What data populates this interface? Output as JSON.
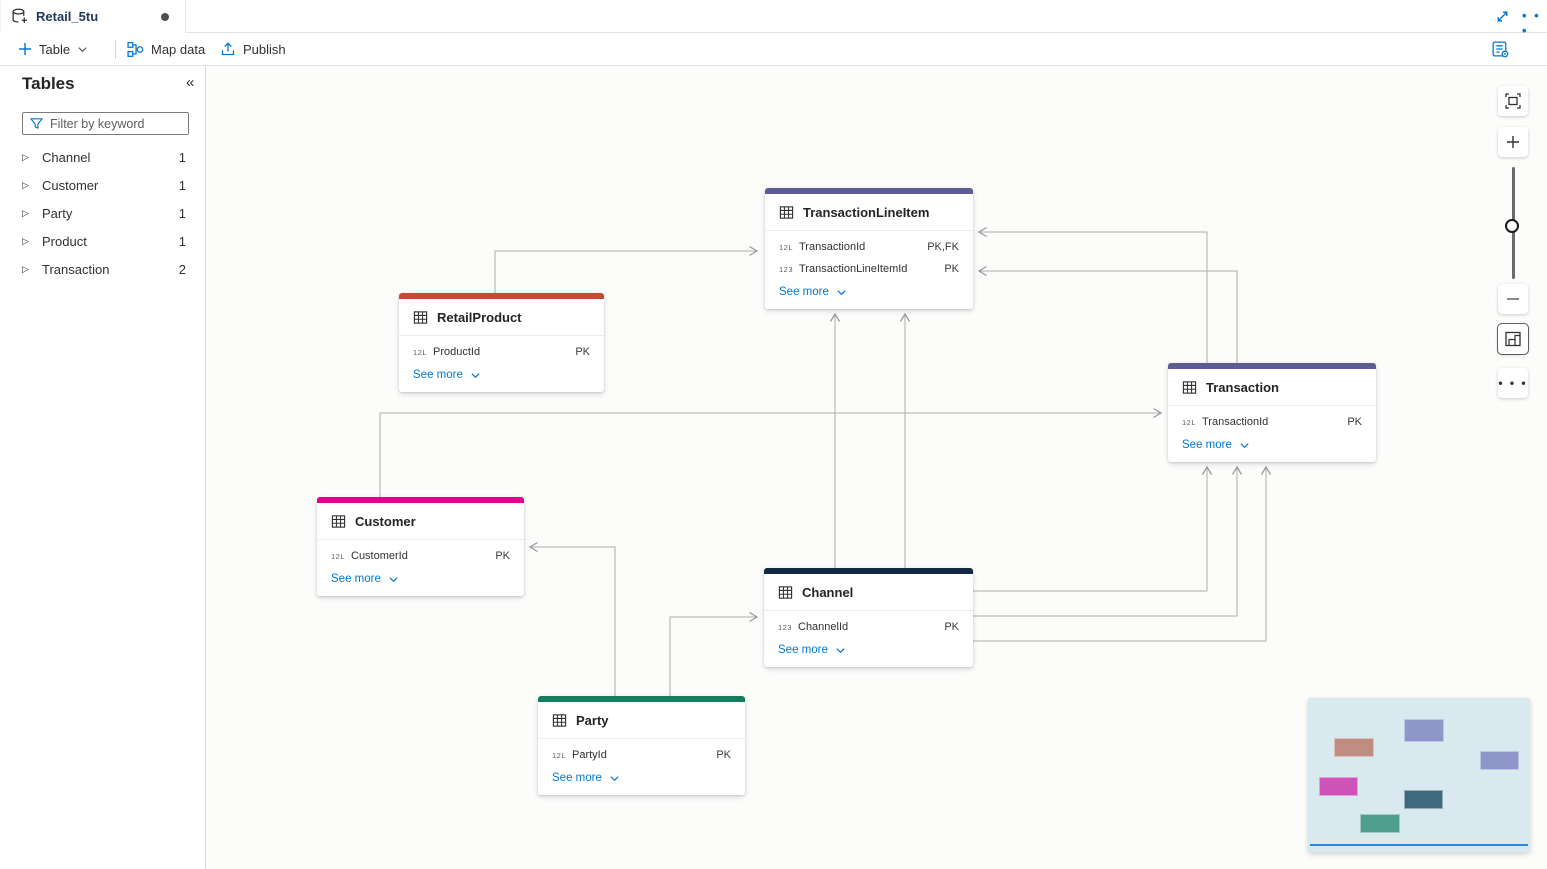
{
  "colors": {
    "accent_blue": "#0078d4",
    "connector": "#ababab",
    "tab_title": "#24395e"
  },
  "tab": {
    "title": "Retail_5tu"
  },
  "top_icons": {
    "ellipsis": "• • •"
  },
  "toolbar": {
    "table_label": "Table",
    "map_data_label": "Map data",
    "publish_label": "Publish"
  },
  "sidebar": {
    "title": "Tables",
    "collapse_glyph": "«",
    "tree_chevron_glyph": "▷",
    "filter_placeholder": "Filter by keyword",
    "items": [
      {
        "label": "Channel",
        "count": "1"
      },
      {
        "label": "Customer",
        "count": "1"
      },
      {
        "label": "Party",
        "count": "1"
      },
      {
        "label": "Product",
        "count": "1"
      },
      {
        "label": "Transaction",
        "count": "2"
      }
    ]
  },
  "tables": [
    {
      "name": "TransactionLineItem",
      "color": "#5f5c93",
      "see_more": "See more",
      "fields": [
        {
          "icon": "12L",
          "name": "TransactionId",
          "key": "PK,FK"
        },
        {
          "icon": "123",
          "name": "TransactionLineItemId",
          "key": "PK"
        }
      ]
    },
    {
      "name": "RetailProduct",
      "color": "#c44a32",
      "see_more": "See more",
      "fields": [
        {
          "icon": "12L",
          "name": "ProductId",
          "key": "PK"
        }
      ]
    },
    {
      "name": "Transaction",
      "color": "#5f5c93",
      "see_more": "See more",
      "fields": [
        {
          "icon": "12L",
          "name": "TransactionId",
          "key": "PK"
        }
      ]
    },
    {
      "name": "Customer",
      "color": "#e3008c",
      "see_more": "See more",
      "fields": [
        {
          "icon": "12L",
          "name": "CustomerId",
          "key": "PK"
        }
      ]
    },
    {
      "name": "Channel",
      "color": "#102a43",
      "see_more": "See more",
      "fields": [
        {
          "icon": "123",
          "name": "ChannelId",
          "key": "PK"
        }
      ]
    },
    {
      "name": "Party",
      "color": "#157c5d",
      "see_more": "See more",
      "fields": [
        {
          "icon": "12L",
          "name": "PartyId",
          "key": "PK"
        }
      ]
    }
  ],
  "minimap": {
    "bg": "#d8e9ef",
    "viewport_line_color": "#2b88d8",
    "rects": [
      {
        "table": "TransactionLineItem",
        "color": "#8f96c9"
      },
      {
        "table": "RetailProduct",
        "color": "#c08d82"
      },
      {
        "table": "Transaction",
        "color": "#8f96c9"
      },
      {
        "table": "Customer",
        "color": "#cf52b8"
      },
      {
        "table": "Channel",
        "color": "#3f697f"
      },
      {
        "table": "Party",
        "color": "#4f9f90"
      }
    ]
  }
}
